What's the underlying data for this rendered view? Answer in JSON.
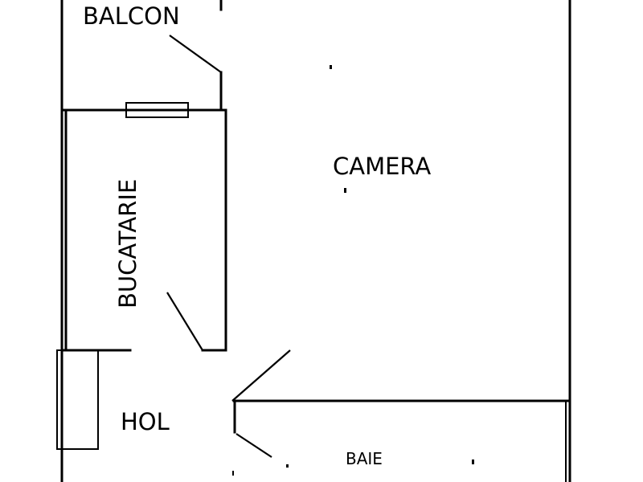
{
  "rooms": {
    "balcon": "BALCON",
    "camera": "CAMERA",
    "bucatarie": "BUCATARIE",
    "hol": "HOL",
    "baie": "BAIE"
  }
}
